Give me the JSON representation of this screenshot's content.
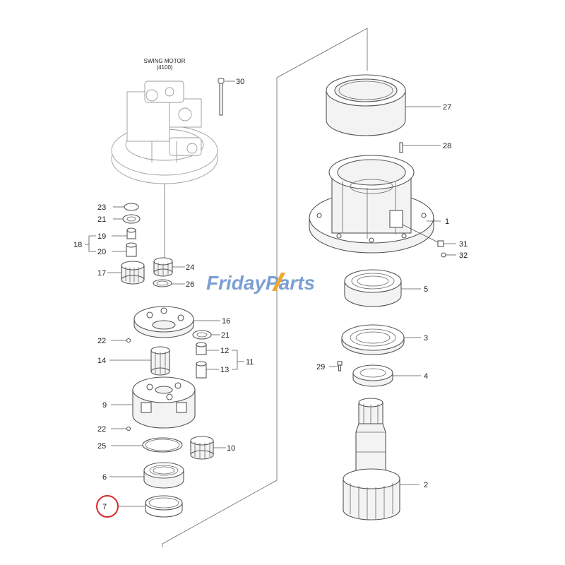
{
  "header": {
    "line1": "SWING MOTOR",
    "line2": "(4100)"
  },
  "watermark": {
    "part1": "Friday",
    "part2": "Parts",
    "color_part1": "#7b9fd3",
    "color_part2": "#7b9fd3",
    "accent_color": "#f0a830"
  },
  "highlight": {
    "label": "7",
    "color": "#d62a2a"
  },
  "callouts": {
    "p1": "1",
    "p2": "2",
    "p3": "3",
    "p4": "4",
    "p5": "5",
    "p6": "6",
    "p9": "9",
    "p10": "10",
    "p11": "11",
    "p12": "12",
    "p13": "13",
    "p14": "14",
    "p16": "16",
    "p17": "17",
    "p18": "18",
    "p19": "19",
    "p20": "20",
    "p21a": "21",
    "p21b": "21",
    "p22a": "22",
    "p22b": "22",
    "p23": "23",
    "p24": "24",
    "p25": "25",
    "p26": "26",
    "p27": "27",
    "p28": "28",
    "p29": "29",
    "p30": "30",
    "p31": "31",
    "p32": "32"
  }
}
